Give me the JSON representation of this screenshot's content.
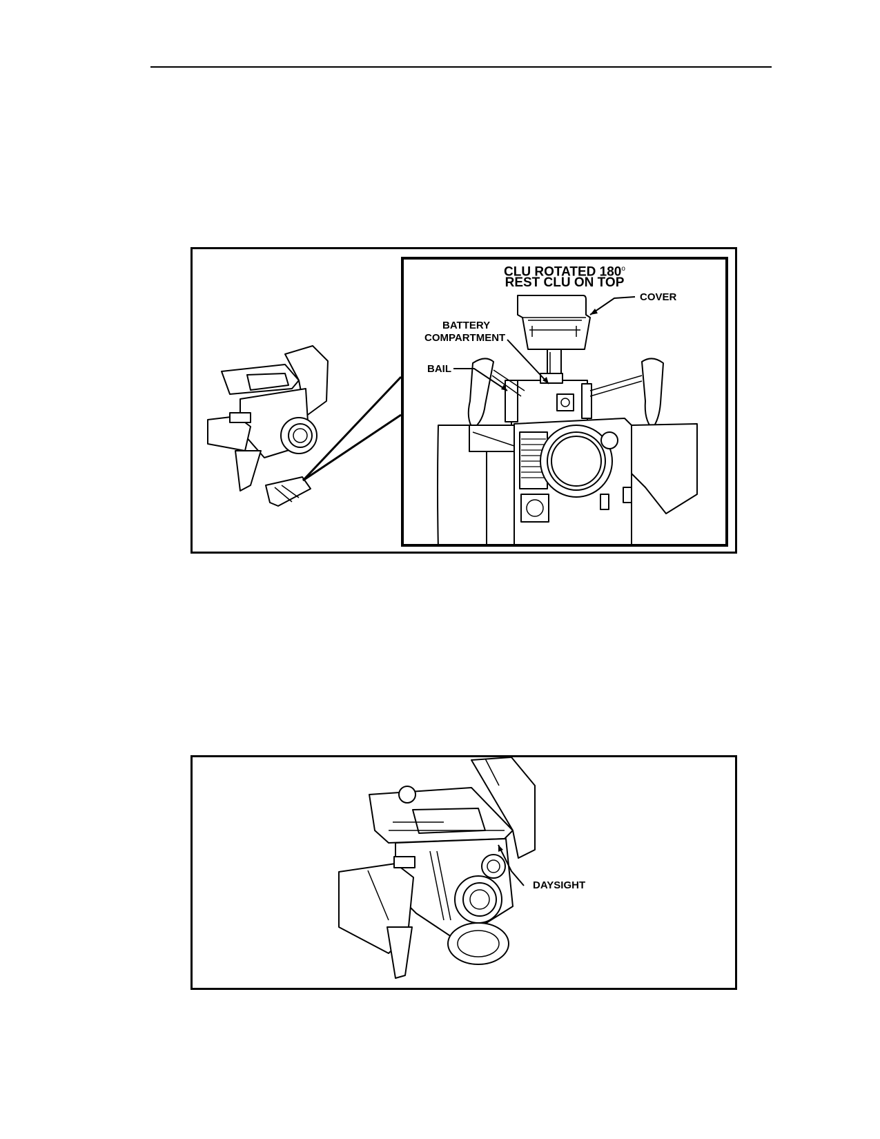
{
  "figure1": {
    "inset_title_line1": "CLU ROTATED 180",
    "inset_title_degree": "o",
    "inset_title_line2": "REST CLU ON TOP",
    "callouts": {
      "cover": "COVER",
      "battery_line1": "BATTERY",
      "battery_line2": "COMPARTMENT",
      "bail": "BAIL"
    }
  },
  "figure2": {
    "callouts": {
      "daysight": "DAYSIGHT"
    }
  }
}
